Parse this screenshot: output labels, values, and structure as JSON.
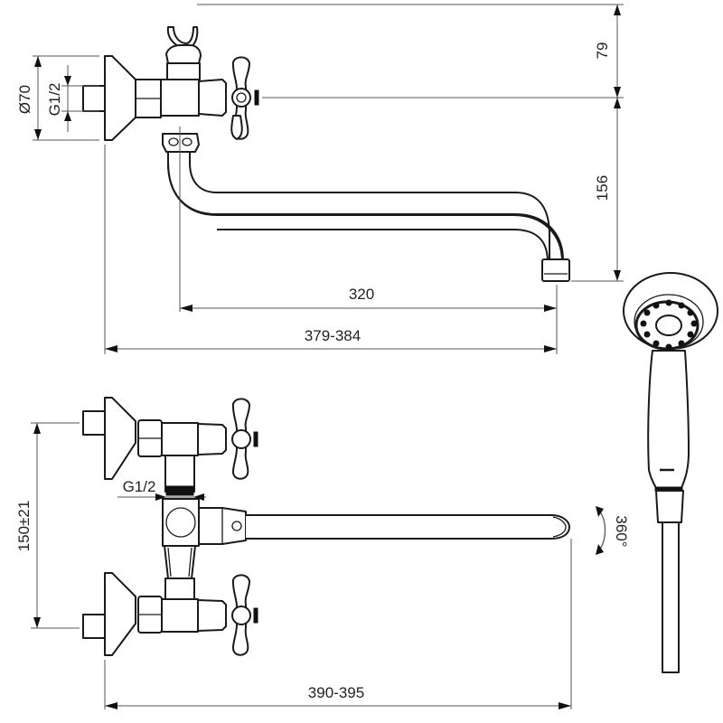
{
  "drawing": {
    "title": "Wall-mounted bath mixer with swivel spout and hand shower",
    "colors": {
      "line": "#1a1a1a",
      "dimension": "#555555",
      "background": "#ffffff"
    },
    "dimensions": {
      "flange_diameter": "Ø70",
      "inlet_thread_top": "G1/2",
      "shower_height": "79",
      "spout_height": "156",
      "spout_reach": "320",
      "total_reach_side": "379-384",
      "inlet_spacing": "150±21",
      "outlet_thread": "G1/2",
      "total_reach_top": "390-395",
      "swivel_angle": "360°"
    },
    "views": [
      "side-view",
      "top-view",
      "hand-shower"
    ]
  }
}
